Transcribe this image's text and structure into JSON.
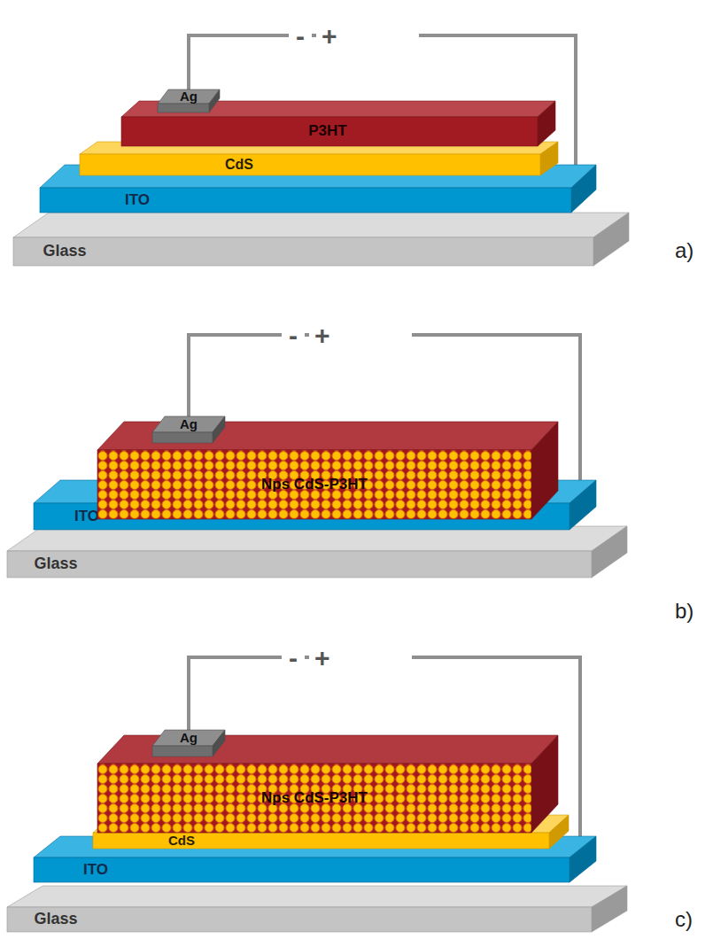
{
  "diagram": {
    "nodes": [
      {
        "text": [
          "Ag"
        ]
      },
      {
        "text": [
          "P3HT"
        ]
      },
      {
        "text": [
          "CdS"
        ]
      },
      {
        "text": [
          "ITO"
        ]
      },
      {
        "text": [
          "Glass"
        ]
      },
      {
        "text": [
          "Ag"
        ]
      },
      {
        "text": [
          "Nps CdS-P3HT"
        ]
      },
      {
        "text": [
          "ITO"
        ]
      },
      {
        "text": [
          "Glass"
        ]
      },
      {
        "text": [
          "Ag"
        ]
      },
      {
        "text": [
          "Nps CdS-P3HT"
        ]
      },
      {
        "text": [
          "CdS"
        ]
      },
      {
        "text": [
          "ITO"
        ]
      },
      {
        "text": [
          "Glass"
        ]
      }
    ],
    "edges": [
      {
        "from": 0,
        "to": 3,
        "arrow": "none"
      },
      {
        "from": 5,
        "to": 7,
        "arrow": "none"
      },
      {
        "from": 9,
        "to": 12,
        "arrow": "none"
      }
    ],
    "labels": [
      "-",
      "+",
      "a)",
      "-",
      "+",
      "b)",
      "-",
      "+",
      "c)"
    ]
  }
}
